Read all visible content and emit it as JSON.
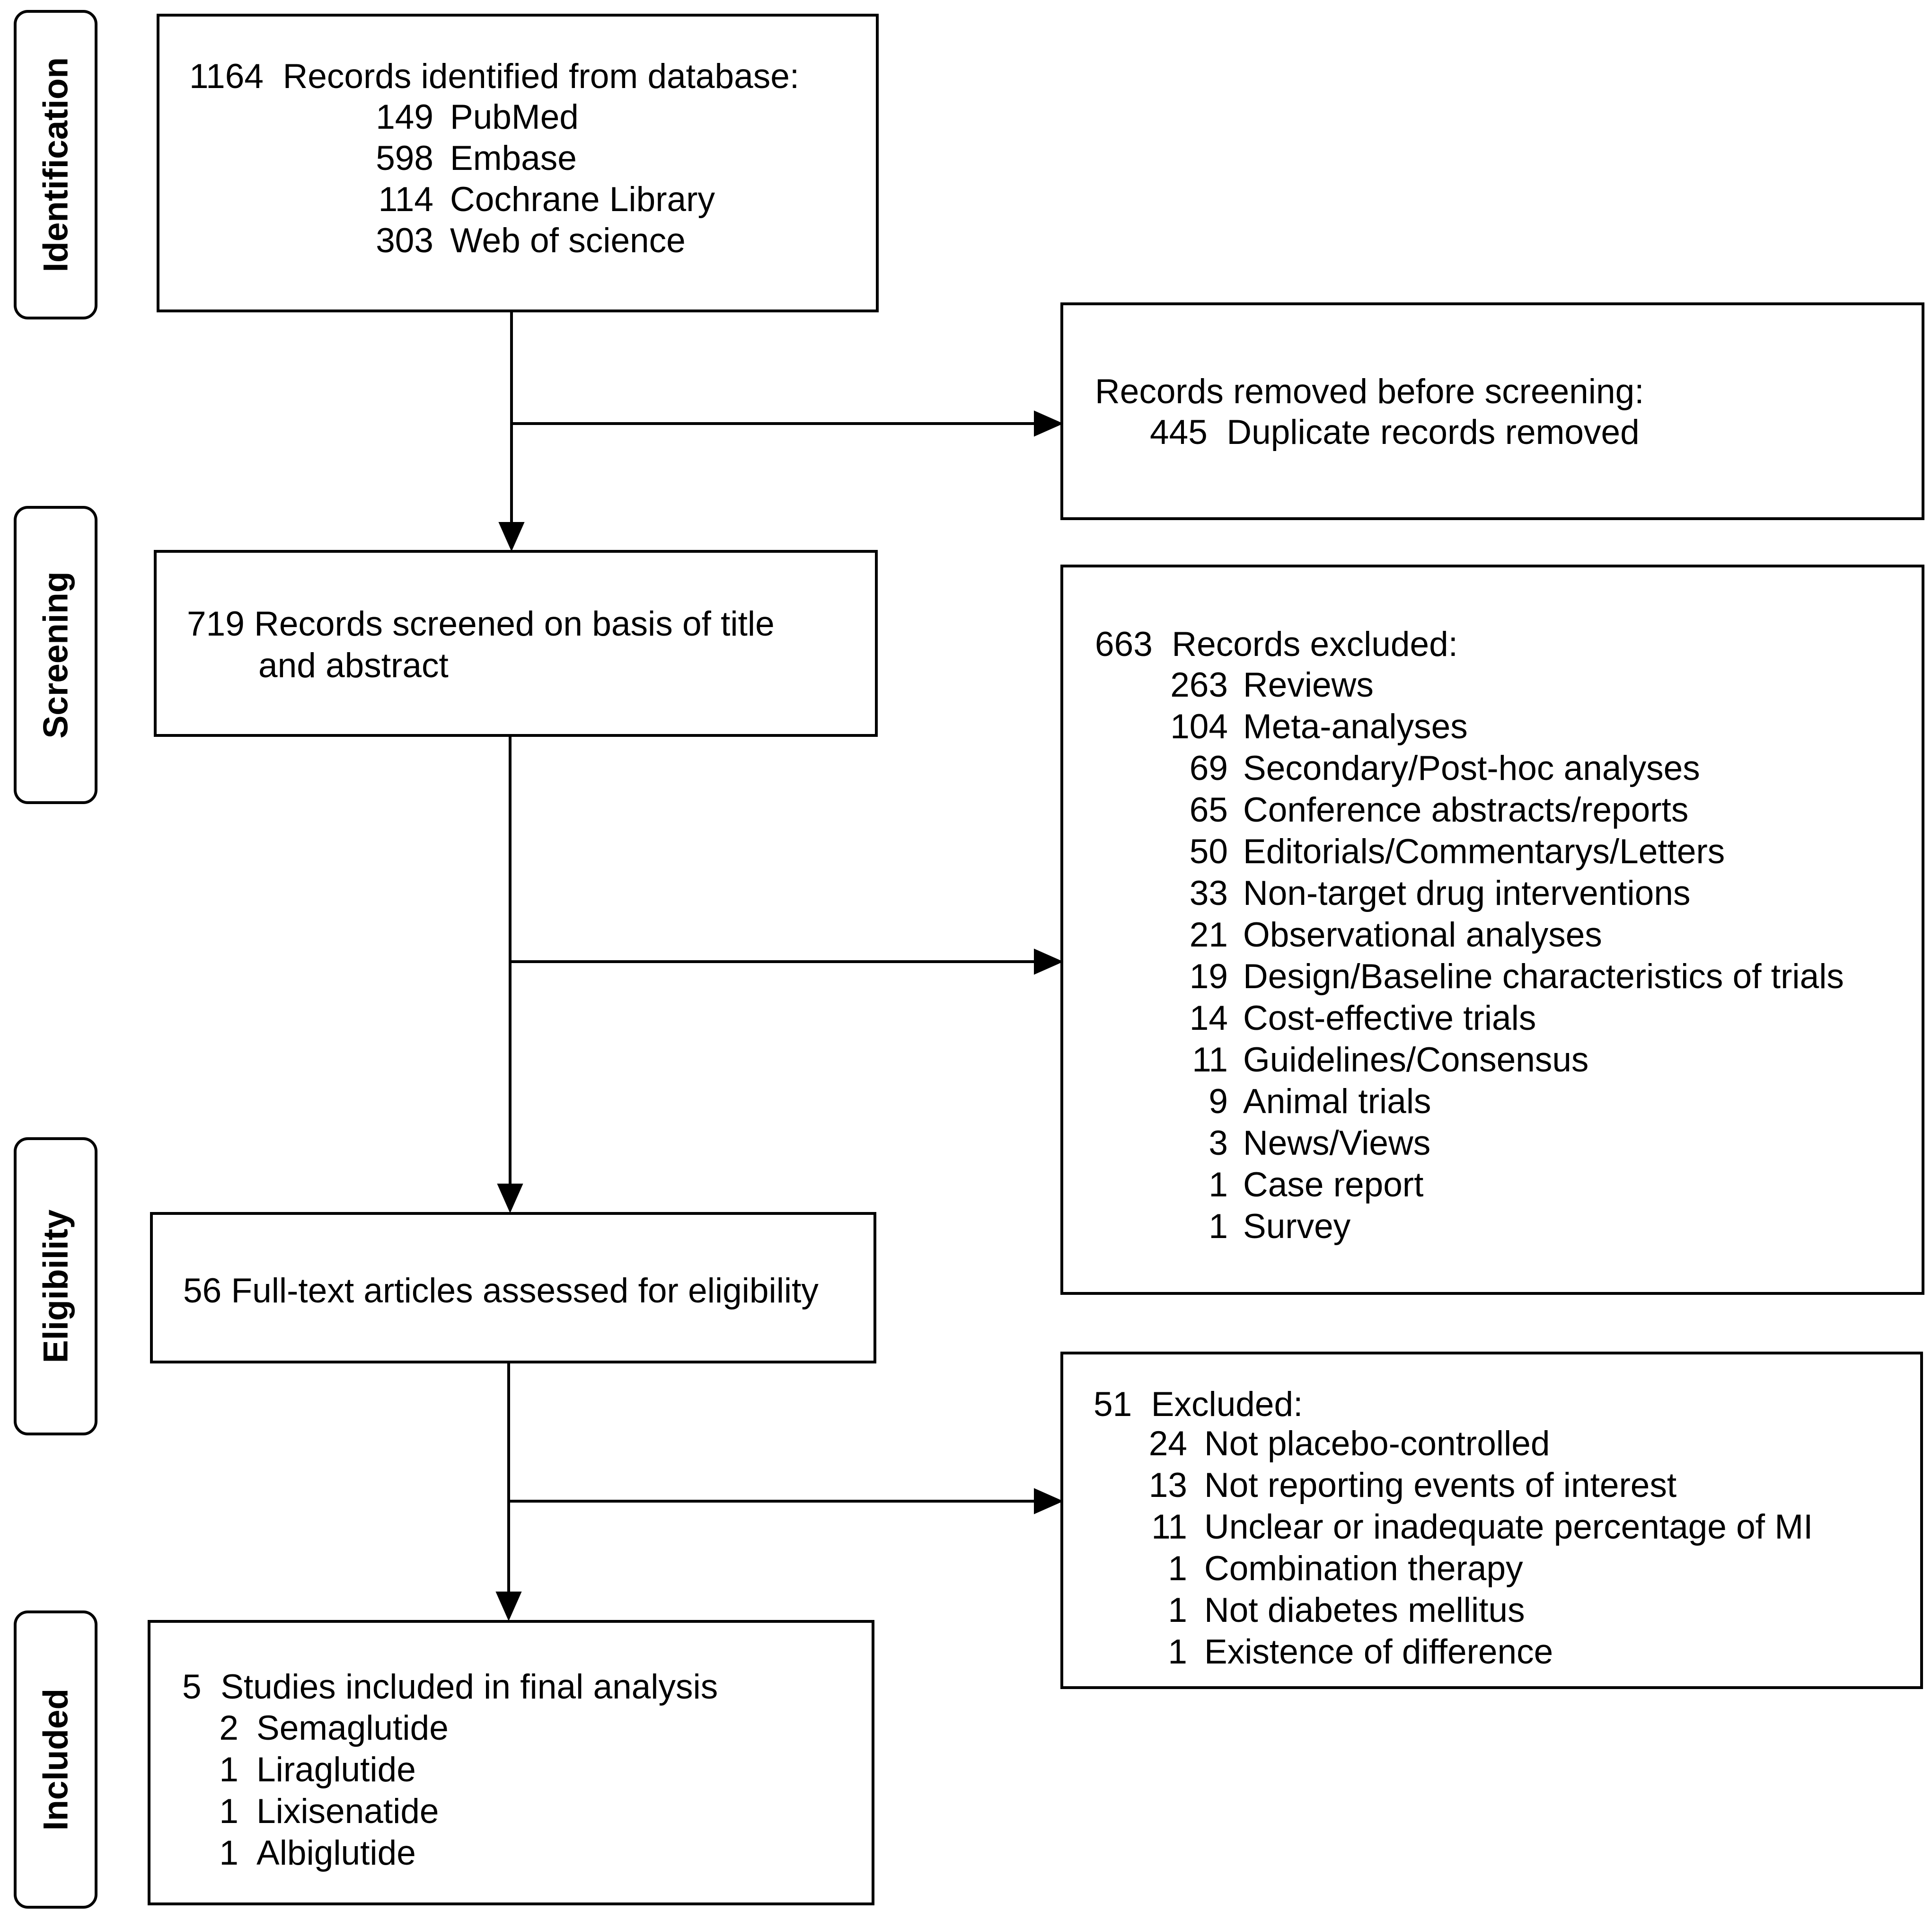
{
  "stages": {
    "identification": "Identification",
    "screening": "Screening",
    "eligibility": "Eligibility",
    "included": "Included"
  },
  "identified": {
    "count": "1164",
    "text": "Records identified from database:",
    "sources": [
      {
        "count": "149",
        "label": "PubMed"
      },
      {
        "count": "598",
        "label": "Embase"
      },
      {
        "count": "114",
        "label": "Cochrane Library"
      },
      {
        "count": "303",
        "label": "Web of science"
      }
    ]
  },
  "removed": {
    "title": "Records removed before screening:",
    "count": "445",
    "label": "Duplicate records removed"
  },
  "screened": {
    "count": "719",
    "line1": "Records screened on basis of title",
    "line2": "and abstract"
  },
  "excluded_records": {
    "count": "663",
    "text": "Records excluded:",
    "items": [
      {
        "count": "263",
        "label": "Reviews"
      },
      {
        "count": "104",
        "label": "Meta-analyses"
      },
      {
        "count": "69",
        "label": "Secondary/Post-hoc analyses"
      },
      {
        "count": "65",
        "label": "Conference abstracts/reports"
      },
      {
        "count": "50",
        "label": "Editorials/Commentarys/Letters"
      },
      {
        "count": "33",
        "label": "Non-target drug interventions"
      },
      {
        "count": "21",
        "label": "Observational analyses"
      },
      {
        "count": "19",
        "label": "Design/Baseline characteristics of trials"
      },
      {
        "count": "14",
        "label": "Cost-effective trials"
      },
      {
        "count": "11",
        "label": "Guidelines/Consensus"
      },
      {
        "count": "9",
        "label": "Animal trials"
      },
      {
        "count": "3",
        "label": "News/Views"
      },
      {
        "count": "1",
        "label": "Case report"
      },
      {
        "count": "1",
        "label": "Survey"
      }
    ]
  },
  "fulltext": {
    "count": "56",
    "text": "Full-text articles assessed for eligibility"
  },
  "excluded_fulltext": {
    "count": "51",
    "text": "Excluded:",
    "items": [
      {
        "count": "24",
        "label": "Not placebo-controlled"
      },
      {
        "count": "13",
        "label": "Not reporting events of interest"
      },
      {
        "count": "11",
        "label": "Unclear or inadequate percentage of MI"
      },
      {
        "count": "1",
        "label": "Combination therapy"
      },
      {
        "count": "1",
        "label": "Not diabetes mellitus"
      },
      {
        "count": "1",
        "label": "Existence of difference"
      }
    ]
  },
  "included": {
    "count": "5",
    "text": "Studies included in final analysis",
    "items": [
      {
        "count": "2",
        "label": "Semaglutide"
      },
      {
        "count": "1",
        "label": "Liraglutide"
      },
      {
        "count": "1",
        "label": "Lixisenatide"
      },
      {
        "count": "1",
        "label": "Albiglutide"
      }
    ]
  }
}
